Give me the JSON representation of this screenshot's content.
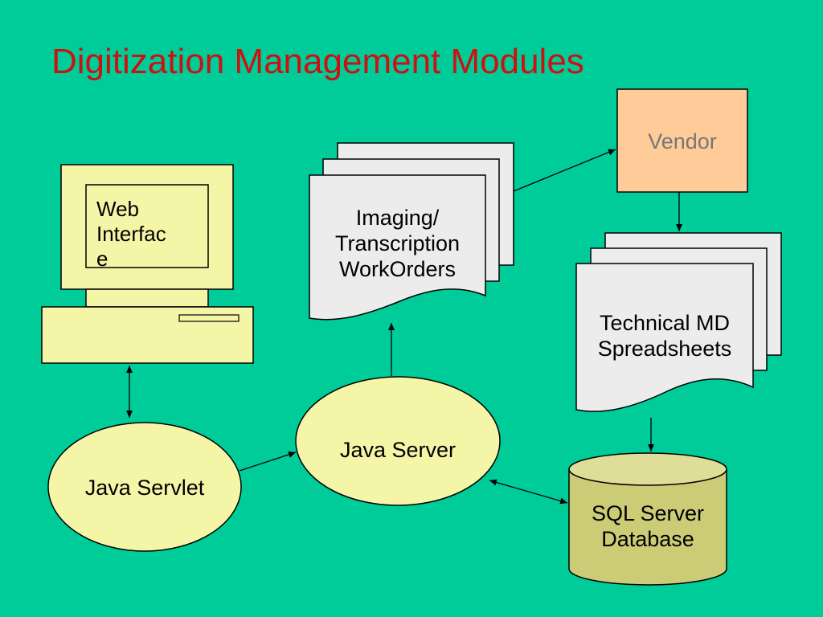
{
  "title": "Digitization Management Modules",
  "colors": {
    "background": "#00cc99",
    "title": "#cc1111",
    "node_fill": "#f5f5a8",
    "document_fill": "#ececec",
    "vendor_fill": "#ffcc99",
    "vendor_text": "#777777",
    "database_fill": "#cccc77"
  },
  "nodes": {
    "web_interface": {
      "line1": "Web",
      "line2": "Interfac",
      "line3": "e",
      "icon": "computer-icon"
    },
    "java_servlet": {
      "label": "Java Servlet"
    },
    "java_server": {
      "label": "Java Server"
    },
    "workorders": {
      "line1": "Imaging/",
      "line2": "Transcription",
      "line3": "WorkOrders"
    },
    "vendor": {
      "label": "Vendor"
    },
    "spreadsheets": {
      "line1": "Technical MD",
      "line2": "Spreadsheets"
    },
    "database": {
      "line1": "SQL Server",
      "line2": "Database",
      "icon": "database-cylinder-icon"
    }
  },
  "edges": [
    {
      "from": "web_interface",
      "to": "java_servlet",
      "direction": "both"
    },
    {
      "from": "java_servlet",
      "to": "java_server",
      "direction": "forward"
    },
    {
      "from": "java_server",
      "to": "workorders",
      "direction": "forward"
    },
    {
      "from": "workorders",
      "to": "vendor",
      "direction": "forward"
    },
    {
      "from": "vendor",
      "to": "spreadsheets",
      "direction": "forward"
    },
    {
      "from": "spreadsheets",
      "to": "database",
      "direction": "forward"
    },
    {
      "from": "java_server",
      "to": "database",
      "direction": "both"
    }
  ]
}
